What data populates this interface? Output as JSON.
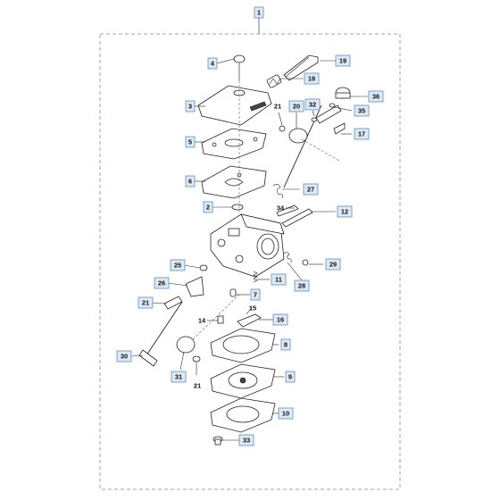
{
  "assembly_label": "1",
  "callouts": [
    {
      "id": "c4",
      "label": "4"
    },
    {
      "id": "c19",
      "label": "19"
    },
    {
      "id": "c18",
      "label": "18"
    },
    {
      "id": "c3",
      "label": "3"
    },
    {
      "id": "c21a",
      "label": "21"
    },
    {
      "id": "c20",
      "label": "20"
    },
    {
      "id": "c32",
      "label": "32"
    },
    {
      "id": "c36",
      "label": "36"
    },
    {
      "id": "c35",
      "label": "35"
    },
    {
      "id": "c17",
      "label": "17"
    },
    {
      "id": "c5",
      "label": "5"
    },
    {
      "id": "c6",
      "label": "6"
    },
    {
      "id": "c27",
      "label": "27"
    },
    {
      "id": "c2",
      "label": "2"
    },
    {
      "id": "c34",
      "label": "34"
    },
    {
      "id": "c12",
      "label": "12"
    },
    {
      "id": "c25",
      "label": "25"
    },
    {
      "id": "c29",
      "label": "29"
    },
    {
      "id": "c11",
      "label": "11"
    },
    {
      "id": "c26",
      "label": "26"
    },
    {
      "id": "c28",
      "label": "28"
    },
    {
      "id": "c7",
      "label": "7"
    },
    {
      "id": "c21b",
      "label": "21"
    },
    {
      "id": "c15",
      "label": "15"
    },
    {
      "id": "c14",
      "label": "14"
    },
    {
      "id": "c16",
      "label": "16"
    },
    {
      "id": "c8",
      "label": "8"
    },
    {
      "id": "c30",
      "label": "30"
    },
    {
      "id": "c9",
      "label": "9"
    },
    {
      "id": "c31",
      "label": "31"
    },
    {
      "id": "c21c",
      "label": "21"
    },
    {
      "id": "c10",
      "label": "10"
    },
    {
      "id": "c33",
      "label": "33"
    }
  ]
}
